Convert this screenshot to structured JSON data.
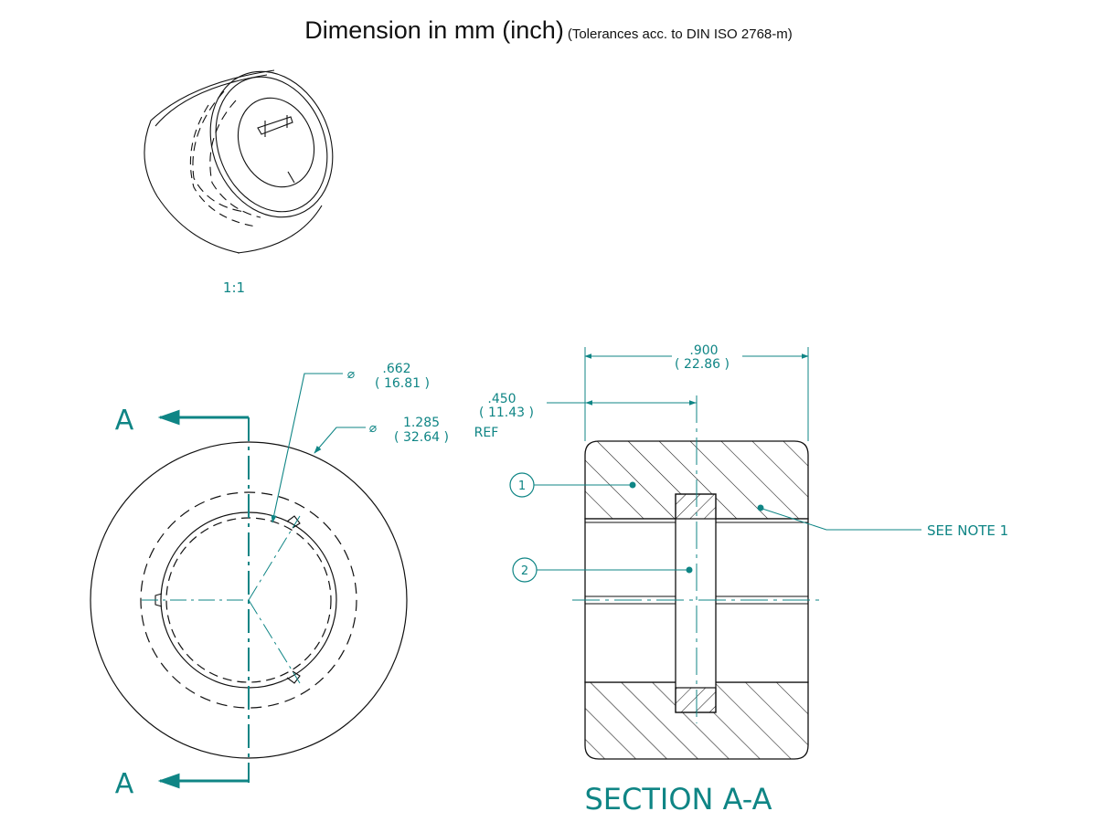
{
  "title": {
    "main": "Dimension in mm (inch)",
    "sub": "(Tolerances acc. to DIN ISO 2768-m)"
  },
  "iso_view": {
    "scale": "1:1"
  },
  "front_view": {
    "section_marker": "A",
    "inner_diameter": {
      "symbol": "⌀",
      "inch": ".662",
      "mm": "( 16.81 )"
    },
    "outer_diameter": {
      "symbol": "⌀",
      "inch": "1.285",
      "mm": "( 32.64 )",
      "note": "REF"
    }
  },
  "section_view": {
    "title": "SECTION A-A",
    "total_width": {
      "inch": ".900",
      "mm": "( 22.86 )"
    },
    "half_width": {
      "inch": ".450",
      "mm": "( 11.43 )"
    },
    "balloon_1": "1",
    "balloon_2": "2",
    "note_ref": "SEE NOTE 1"
  },
  "colors": {
    "accent": "#0f8585",
    "line": "#111111"
  }
}
